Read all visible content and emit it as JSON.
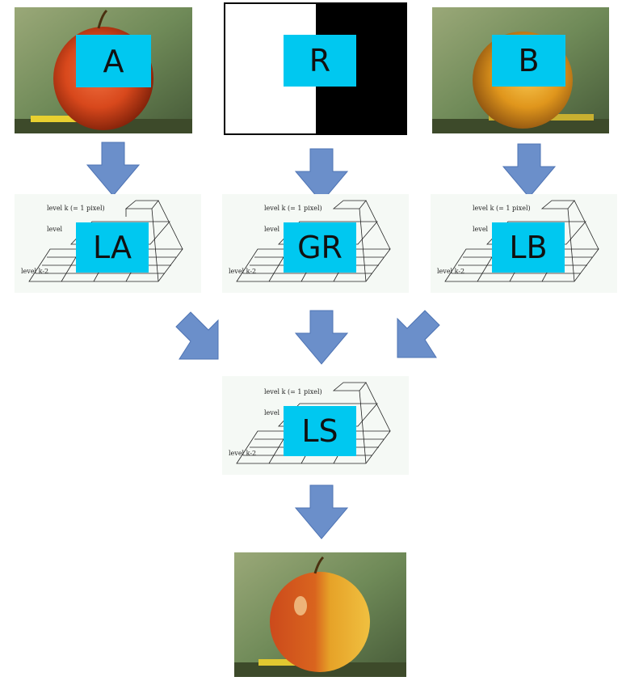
{
  "colors": {
    "label_bg": "#00c8f0",
    "arrow_fill": "#6b8fca",
    "arrow_stroke": "#4f74b4"
  },
  "images": {
    "a": {
      "label": "A",
      "icon": "apple-photo"
    },
    "r": {
      "label": "R",
      "icon": "black-white-mask"
    },
    "b": {
      "label": "B",
      "icon": "orange-photo"
    },
    "result": {
      "icon": "blended-orapple-photo"
    }
  },
  "pyramids": {
    "la": {
      "label": "LA"
    },
    "gr": {
      "label": "GR"
    },
    "lb": {
      "label": "LB"
    },
    "ls": {
      "label": "LS"
    }
  },
  "pyramid_text": {
    "top": "level k (= 1 pixel)",
    "mid": "level",
    "bottom": "level k-2"
  }
}
